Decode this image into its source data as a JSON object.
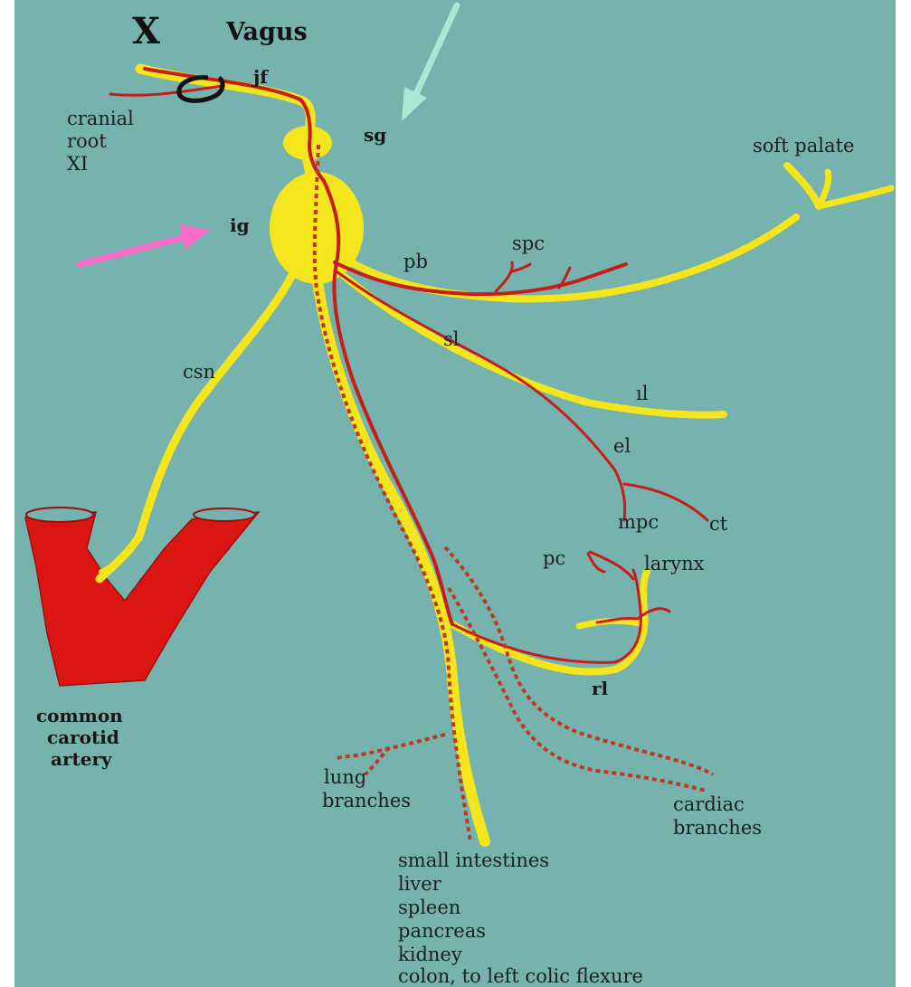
{
  "title": {
    "numeral": "X",
    "name": "Vagus"
  },
  "labels": {
    "jf": "jf",
    "sg": "sg",
    "ig": "ig",
    "cranial_root": [
      "cranial",
      "root",
      "XI"
    ],
    "soft_palate": "soft palate",
    "spc": "spc",
    "pb": "pb",
    "sl": "sl",
    "csn": "csn",
    "il": "ıl",
    "el": "el",
    "mpc": "mpc",
    "ct": "ct",
    "pc": "pc",
    "larynx": "larynx",
    "rl": "rl",
    "common_carotid": [
      "common",
      "carotid",
      "artery"
    ],
    "lung": [
      "lung",
      "branches"
    ],
    "cardiac": [
      "cardiac",
      "branches"
    ],
    "organs": [
      "small intestines",
      "liver",
      "spleen",
      "pancreas",
      "kidney",
      "colon, to left colic flexure"
    ]
  },
  "colors": {
    "background": "#76b2ae",
    "nerve_yellow": "#f4e51c",
    "nerve_red": "#c51e1a",
    "artery_red": "#db1512",
    "arrow_teal": "#a9e8d2",
    "arrow_pink": "#f76ac8"
  }
}
